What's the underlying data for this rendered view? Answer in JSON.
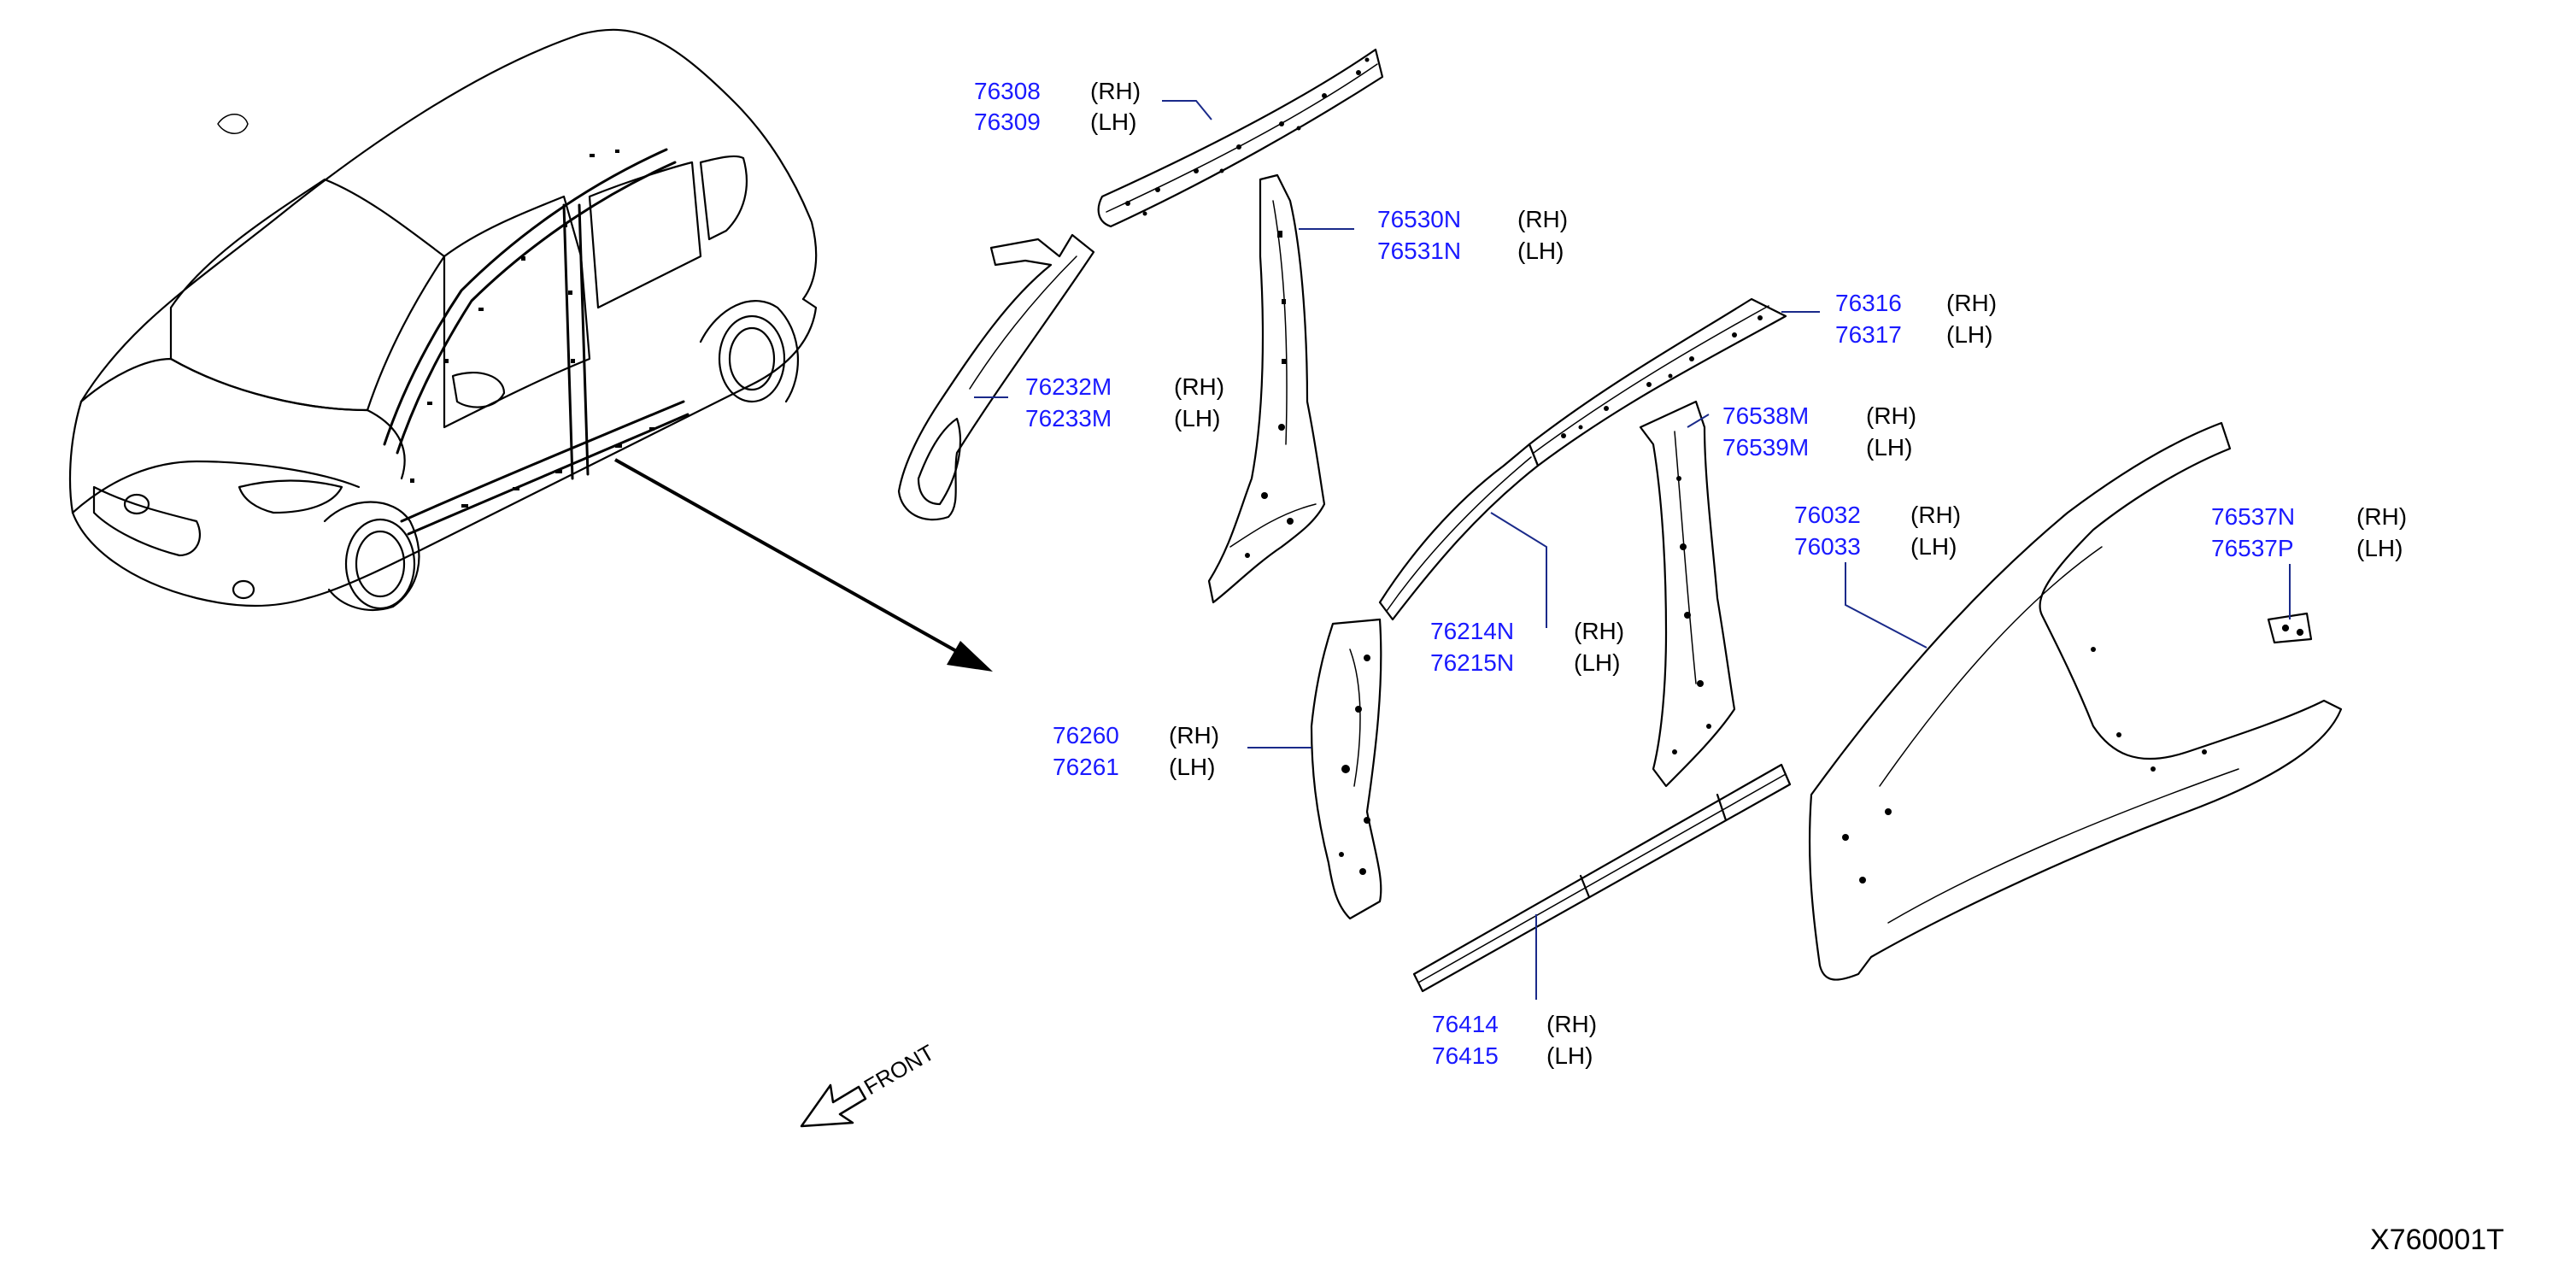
{
  "diagram_id": "X760001T",
  "front_label": "FRONT",
  "callouts": [
    {
      "key": "roof-rail-front",
      "parts": [
        {
          "number": "76308",
          "side": "(RH)"
        },
        {
          "number": "76309",
          "side": "(LH)"
        }
      ]
    },
    {
      "key": "a-pillar-inner-upper",
      "parts": [
        {
          "number": "76530N",
          "side": "(RH)"
        },
        {
          "number": "76531N",
          "side": "(LH)"
        }
      ]
    },
    {
      "key": "roof-rail-rear",
      "parts": [
        {
          "number": "76316",
          "side": "(RH)"
        },
        {
          "number": "76317",
          "side": "(LH)"
        }
      ]
    },
    {
      "key": "front-pillar-reinforcement",
      "parts": [
        {
          "number": "76232M",
          "side": "(RH)"
        },
        {
          "number": "76233M",
          "side": "(LH)"
        }
      ]
    },
    {
      "key": "center-pillar-inner",
      "parts": [
        {
          "number": "76538M",
          "side": "(RH)"
        },
        {
          "number": "76539M",
          "side": "(LH)"
        }
      ]
    },
    {
      "key": "body-side-outer",
      "parts": [
        {
          "number": "76032",
          "side": "(RH)"
        },
        {
          "number": "76033",
          "side": "(LH)"
        }
      ]
    },
    {
      "key": "bracket",
      "parts": [
        {
          "number": "76537N",
          "side": "(RH)"
        },
        {
          "number": "76537P",
          "side": "(LH)"
        }
      ]
    },
    {
      "key": "roof-side-rail-inner",
      "parts": [
        {
          "number": "76214N",
          "side": "(RH)"
        },
        {
          "number": "76215N",
          "side": "(LH)"
        }
      ]
    },
    {
      "key": "front-pillar-inner-lower",
      "parts": [
        {
          "number": "76260",
          "side": "(RH)"
        },
        {
          "number": "76261",
          "side": "(LH)"
        }
      ]
    },
    {
      "key": "sill-inner",
      "parts": [
        {
          "number": "76414",
          "side": "(RH)"
        },
        {
          "number": "76415",
          "side": "(LH)"
        }
      ]
    }
  ]
}
